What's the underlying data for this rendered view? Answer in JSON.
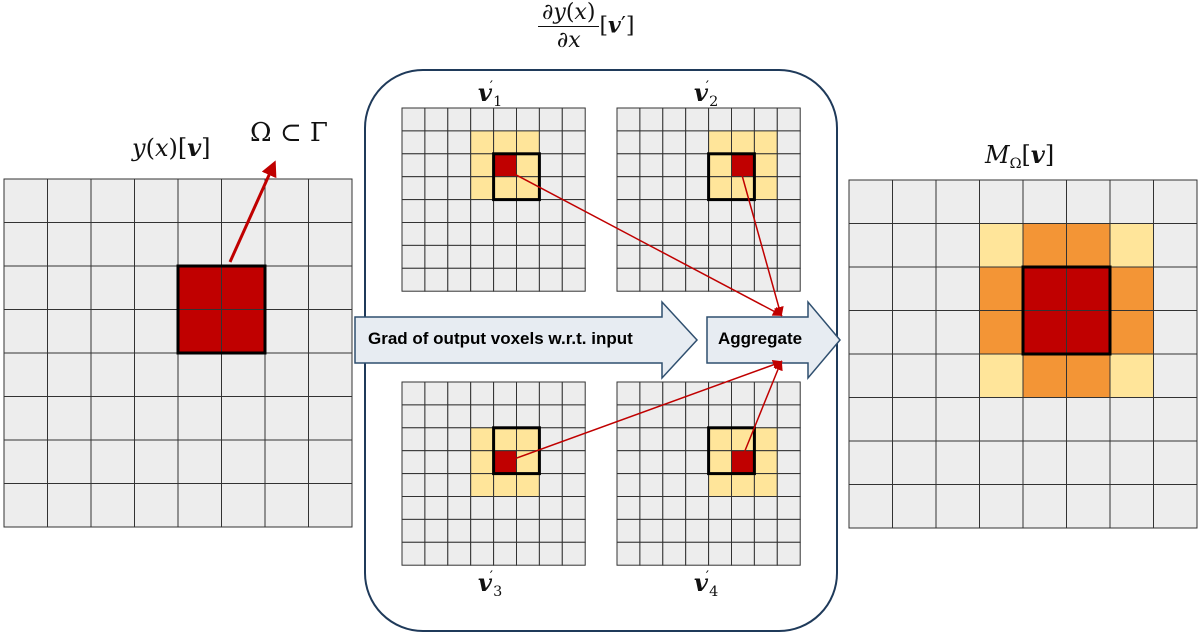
{
  "labels": {
    "input_map": "y(x)[v]",
    "omega": "Ω ⊂ Γ",
    "jacobian": "∂y(x) / ∂x [v′]",
    "mask": "M_Ω[v]",
    "v1": "v′1",
    "v2": "v′2",
    "v3": "v′3",
    "v4": "v′4"
  },
  "arrows": {
    "grad": "Grad of output voxels w.r.t. input",
    "aggregate": "Aggregate"
  },
  "colors": {
    "cell": "#ededed",
    "grid_line": "#333333",
    "selected": "#c00000",
    "light_orange": "#ffe59a",
    "orange": "#f39536",
    "arrow_red": "#c00000",
    "big_arrow_fill": "#e7ecf2",
    "big_arrow_stroke": "#2f4f6f",
    "panel_stroke": "#1f3a5a"
  }
}
